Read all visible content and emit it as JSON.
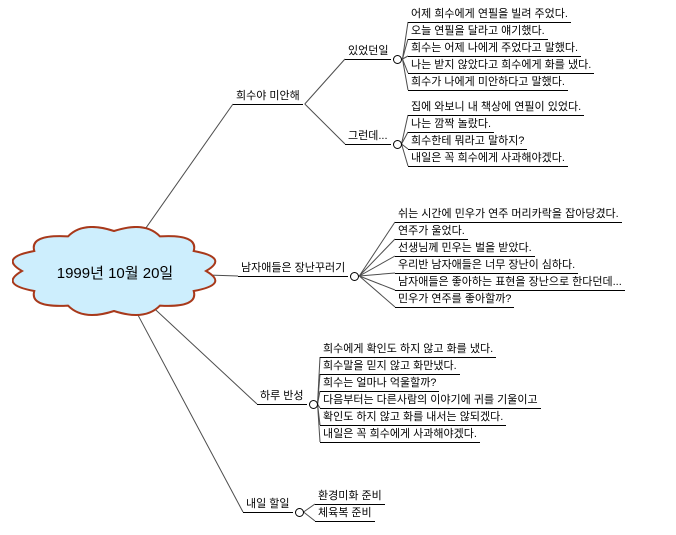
{
  "theme": {
    "connector_color": "#4d4d4d",
    "node_text_color": "#000000",
    "cloud_fill": "#cdeefd",
    "cloud_stroke": "#a8391b"
  },
  "root": {
    "label": "1999년 10월 20일"
  },
  "branches": [
    {
      "label": "희수야 미안해",
      "groups": [
        {
          "label": "있었던일",
          "items": [
            "어제 희수에게 연필을 빌려 주었다.",
            "오늘 연필을 달라고 얘기했다.",
            "희수는 어제 나에게 주었다고 말했다.",
            "나는 받지 않았다고 희수에게 화를 냈다.",
            "희수가 나에게 미안하다고 말했다."
          ]
        },
        {
          "label": "그런데...",
          "items": [
            "집에 와보니 내 책상에 연필이 있었다.",
            "나는 깜짝 놀랐다.",
            "희수한테 뭐라고 말하지?",
            "내일은 꼭 희수에게 사과해야겠다."
          ]
        }
      ]
    },
    {
      "label": "남자애들은 장난꾸러기",
      "items": [
        "쉬는 시간에 민우가 연주 머리카락을 잡아당겼다.",
        "연주가 울었다.",
        "선생님께 민우는 벌을 받았다.",
        "우리반 남자애들은 너무 장난이 심하다.",
        "남자애들은 좋아하는 표현을 장난으로 한다던데...",
        "민우가 연주를 좋아할까?"
      ]
    },
    {
      "label": "하루 반성",
      "items": [
        "희수에게 확인도 하지 않고 화를 냈다.",
        "희수말을 믿지 않고 화만냈다.",
        "희수는 얼마나 억울할까?",
        "다음부터는 다른사람의 이야기에 귀를 기울이고",
        "확인도 하지 않고 화를 내서는 않되겠다.",
        "내일은 꼭 희수에게 사과해야겠다."
      ]
    },
    {
      "label": "내일 할일",
      "items": [
        "환경미화 준비",
        "체육복 준비"
      ]
    }
  ]
}
